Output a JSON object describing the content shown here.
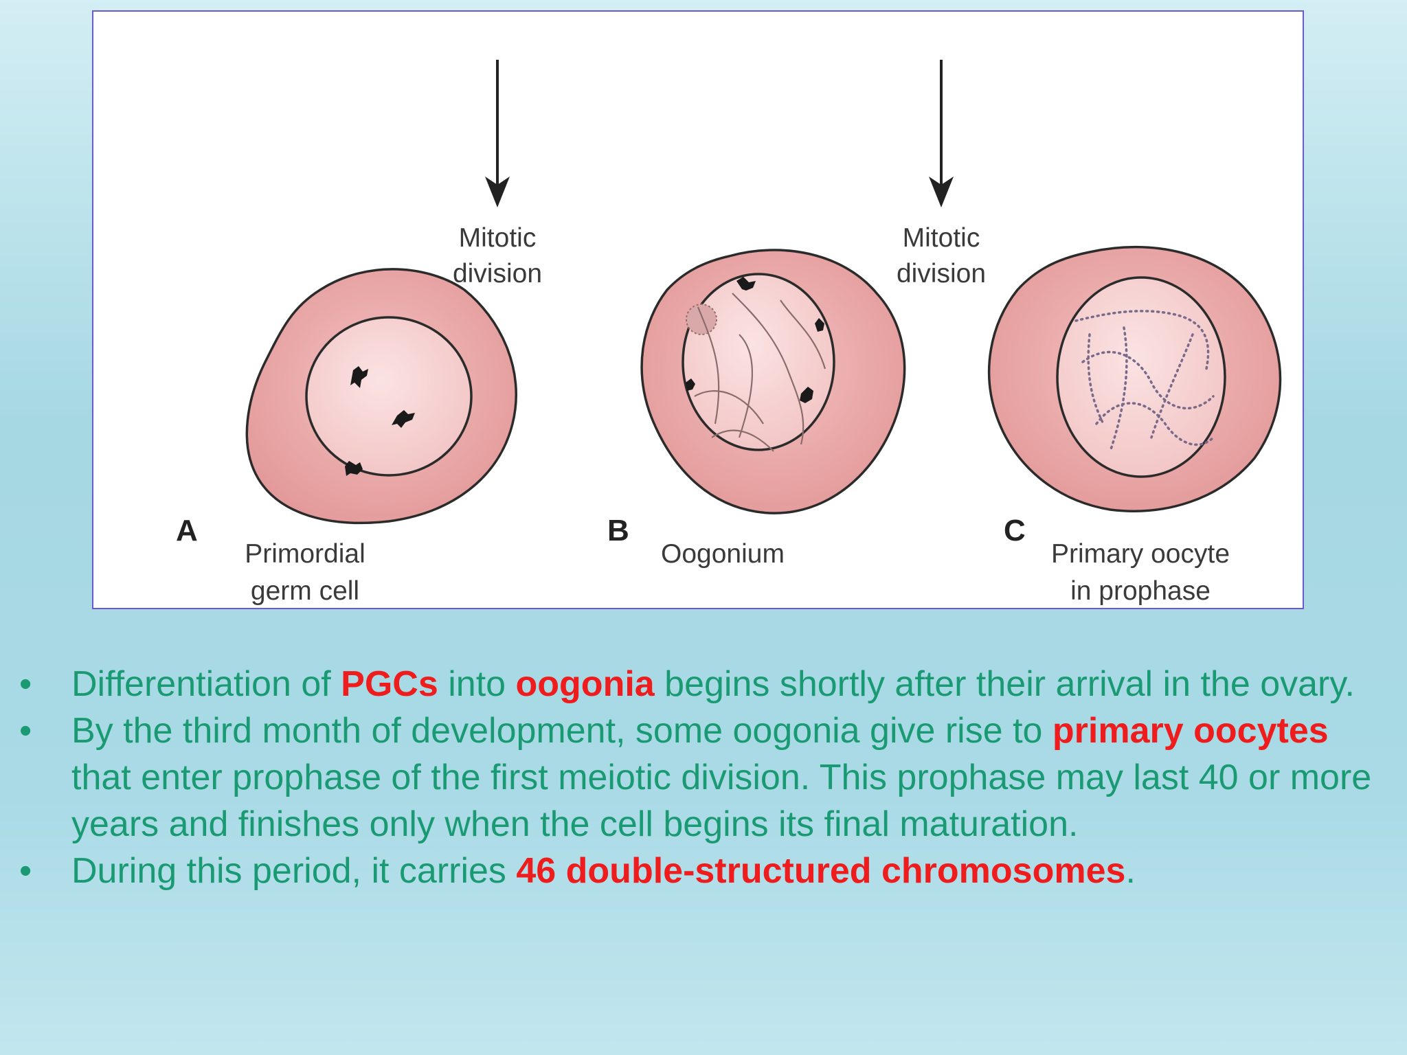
{
  "figure": {
    "arrow_labels": [
      {
        "line1": "Mitotic",
        "line2": "division"
      },
      {
        "line1": "Mitotic",
        "line2": "division"
      }
    ],
    "cells": [
      {
        "letter": "A",
        "label_line1": "Primordial",
        "label_line2": "germ cell"
      },
      {
        "letter": "B",
        "label_line1": "Oogonium",
        "label_line2": ""
      },
      {
        "letter": "C",
        "label_line1": "Primary oocyte",
        "label_line2": "in prophase"
      }
    ],
    "colors": {
      "cytoplasm": "#e9a3a3",
      "nucleus": "#f6d3d3",
      "outline": "#2b2b2b"
    }
  },
  "bullets": [
    {
      "segments": [
        {
          "text": "Differentiation of ",
          "highlight": false
        },
        {
          "text": "PGCs",
          "highlight": true
        },
        {
          "text": " into ",
          "highlight": false
        },
        {
          "text": "oogonia",
          "highlight": true
        },
        {
          "text": " begins shortly after their arrival in the ovary.",
          "highlight": false
        }
      ]
    },
    {
      "segments": [
        {
          "text": "By the third month of development, some oogonia give rise to ",
          "highlight": false
        },
        {
          "text": "primary oocytes",
          "highlight": true
        },
        {
          "text": " that enter prophase of the first meiotic division. This prophase may last 40 or more years and finishes only when the cell begins its final maturation.",
          "highlight": false
        }
      ]
    },
    {
      "segments": [
        {
          "text": "During this period, it carries ",
          "highlight": false
        },
        {
          "text": "46 double-structured chromosomes",
          "highlight": true
        },
        {
          "text": ".",
          "highlight": false
        }
      ]
    }
  ],
  "bullet_symbol": "•",
  "colors": {
    "body_text": "#1a9a73",
    "highlight": "#ee1c1c",
    "figure_border": "#6a5acd"
  }
}
